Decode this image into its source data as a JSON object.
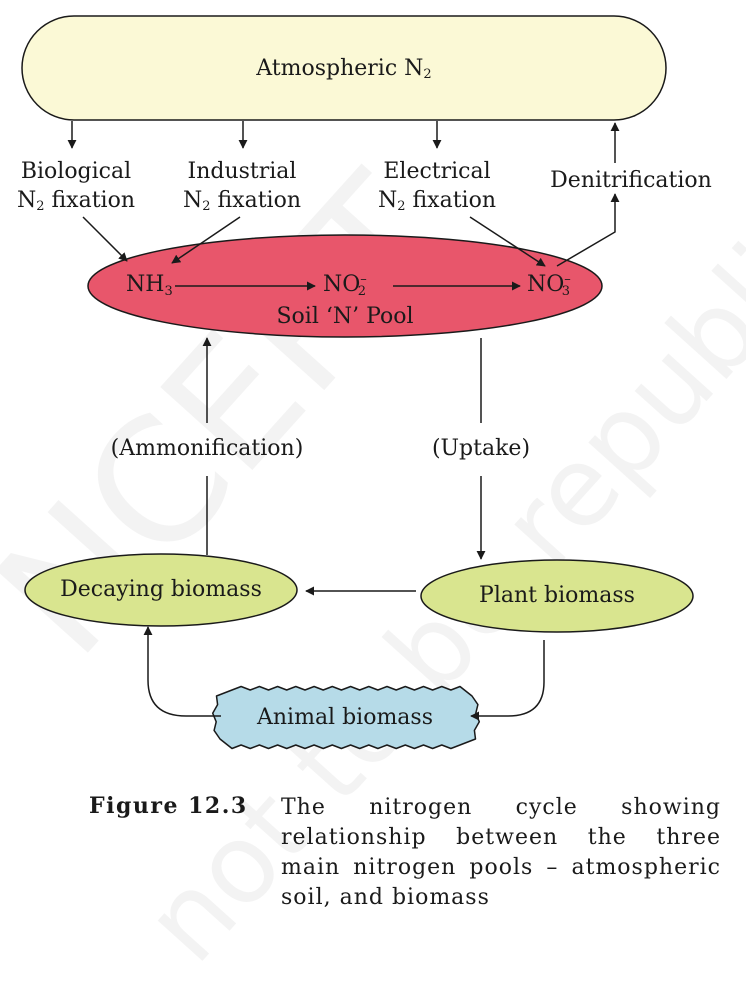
{
  "watermark": {
    "line1": "NCERT",
    "line2": "not to be republished"
  },
  "pools": {
    "atmosphere": {
      "text": "Atmospheric N",
      "sub": "2",
      "fill": "#fbf9d6"
    },
    "soil": {
      "label": "Soil ‘N’ Pool",
      "fill": "#e8566b",
      "nh3": {
        "text": "NH",
        "sub": "3"
      },
      "no2": {
        "text": "NO",
        "sub": "2",
        "sup": "–"
      },
      "no3": {
        "text": "NO",
        "sub": "3",
        "sup": "–"
      }
    },
    "decaying": {
      "label": "Decaying biomass",
      "fill": "#d9e58f"
    },
    "plant": {
      "label": "Plant biomass",
      "fill": "#d9e58f"
    },
    "animal": {
      "label": "Animal biomass",
      "fill": "#b6dbe8"
    }
  },
  "processes": {
    "biological": {
      "line1": "Biological",
      "line2_pre": "N",
      "line2_sub": "2",
      "line2_post": " fixation"
    },
    "industrial": {
      "line1": "Industrial",
      "line2_pre": "N",
      "line2_sub": "2",
      "line2_post": " fixation"
    },
    "electrical": {
      "line1": "Electrical",
      "line2_pre": "N",
      "line2_sub": "2",
      "line2_post": " fixation"
    },
    "denitrification": "Denitrification",
    "ammonification": "(Ammonification)",
    "uptake": "(Uptake)"
  },
  "caption": {
    "label": "Figure 12.3",
    "text": "The nitrogen cycle showing relationship between the three main nitrogen pools – atmospheric soil, and biomass"
  }
}
